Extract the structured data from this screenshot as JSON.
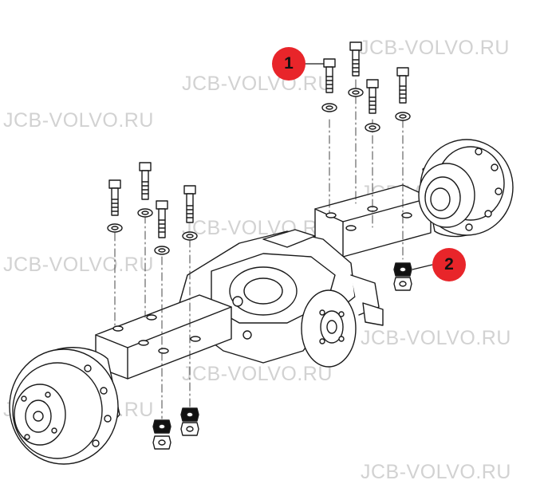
{
  "watermark": "JCB-VOLVO.RU",
  "callouts": [
    {
      "number": "1"
    },
    {
      "number": "2"
    }
  ],
  "colors": {
    "line": "#1a1a1a",
    "callout_fill": "#e8252a",
    "watermark": "#d2d2d2",
    "background": "#ffffff"
  }
}
